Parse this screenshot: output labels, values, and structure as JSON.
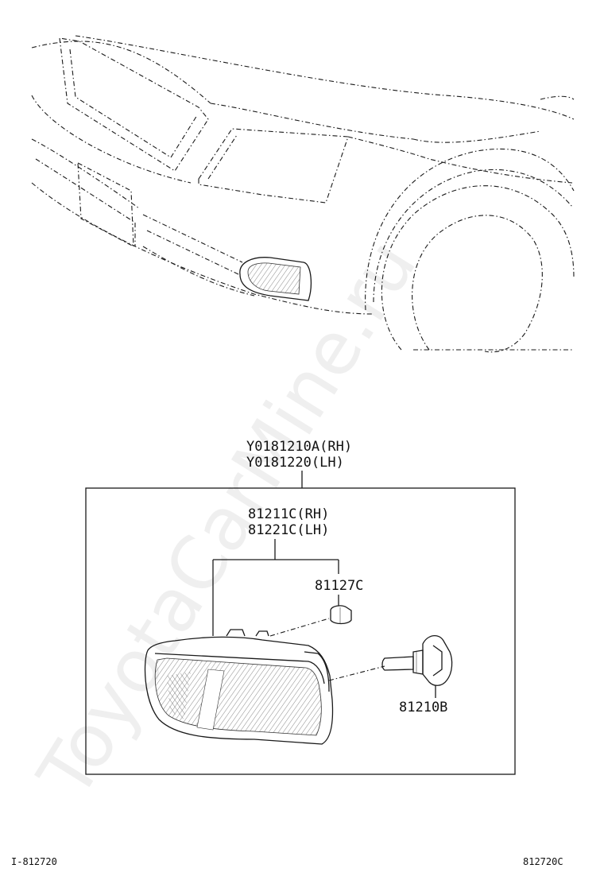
{
  "watermark": "ToyotaCarMine.ru",
  "callouts": {
    "assembly_rh": "Y0181210A(RH)",
    "assembly_lh": "Y0181220(LH)",
    "lens_rh": "81211C(RH)",
    "lens_lh": "81221C(LH)",
    "socket": "81127C",
    "bulb": "81210B"
  },
  "footer": {
    "left_code": "I-812720",
    "right_code": "812720C"
  }
}
